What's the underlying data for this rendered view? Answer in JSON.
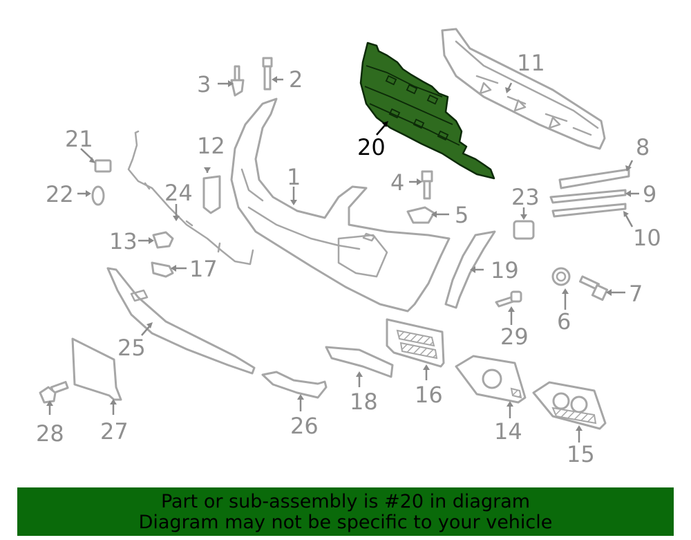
{
  "diagram": {
    "highlighted_part": "20",
    "callouts": [
      "1",
      "2",
      "3",
      "4",
      "5",
      "6",
      "7",
      "8",
      "9",
      "10",
      "11",
      "12",
      "13",
      "14",
      "15",
      "16",
      "17",
      "18",
      "19",
      "20",
      "21",
      "22",
      "23",
      "24",
      "25",
      "26",
      "27",
      "28",
      "29"
    ],
    "colors": {
      "highlight_fill": "#2f6b1f",
      "line_gray": "#a6a6a6",
      "banner_bg": "#0a6a0a",
      "banner_text": "#000000"
    }
  },
  "banner": {
    "line1": "Part or sub-assembly is #20 in diagram",
    "line2": "Diagram may not be specific to your vehicle"
  }
}
